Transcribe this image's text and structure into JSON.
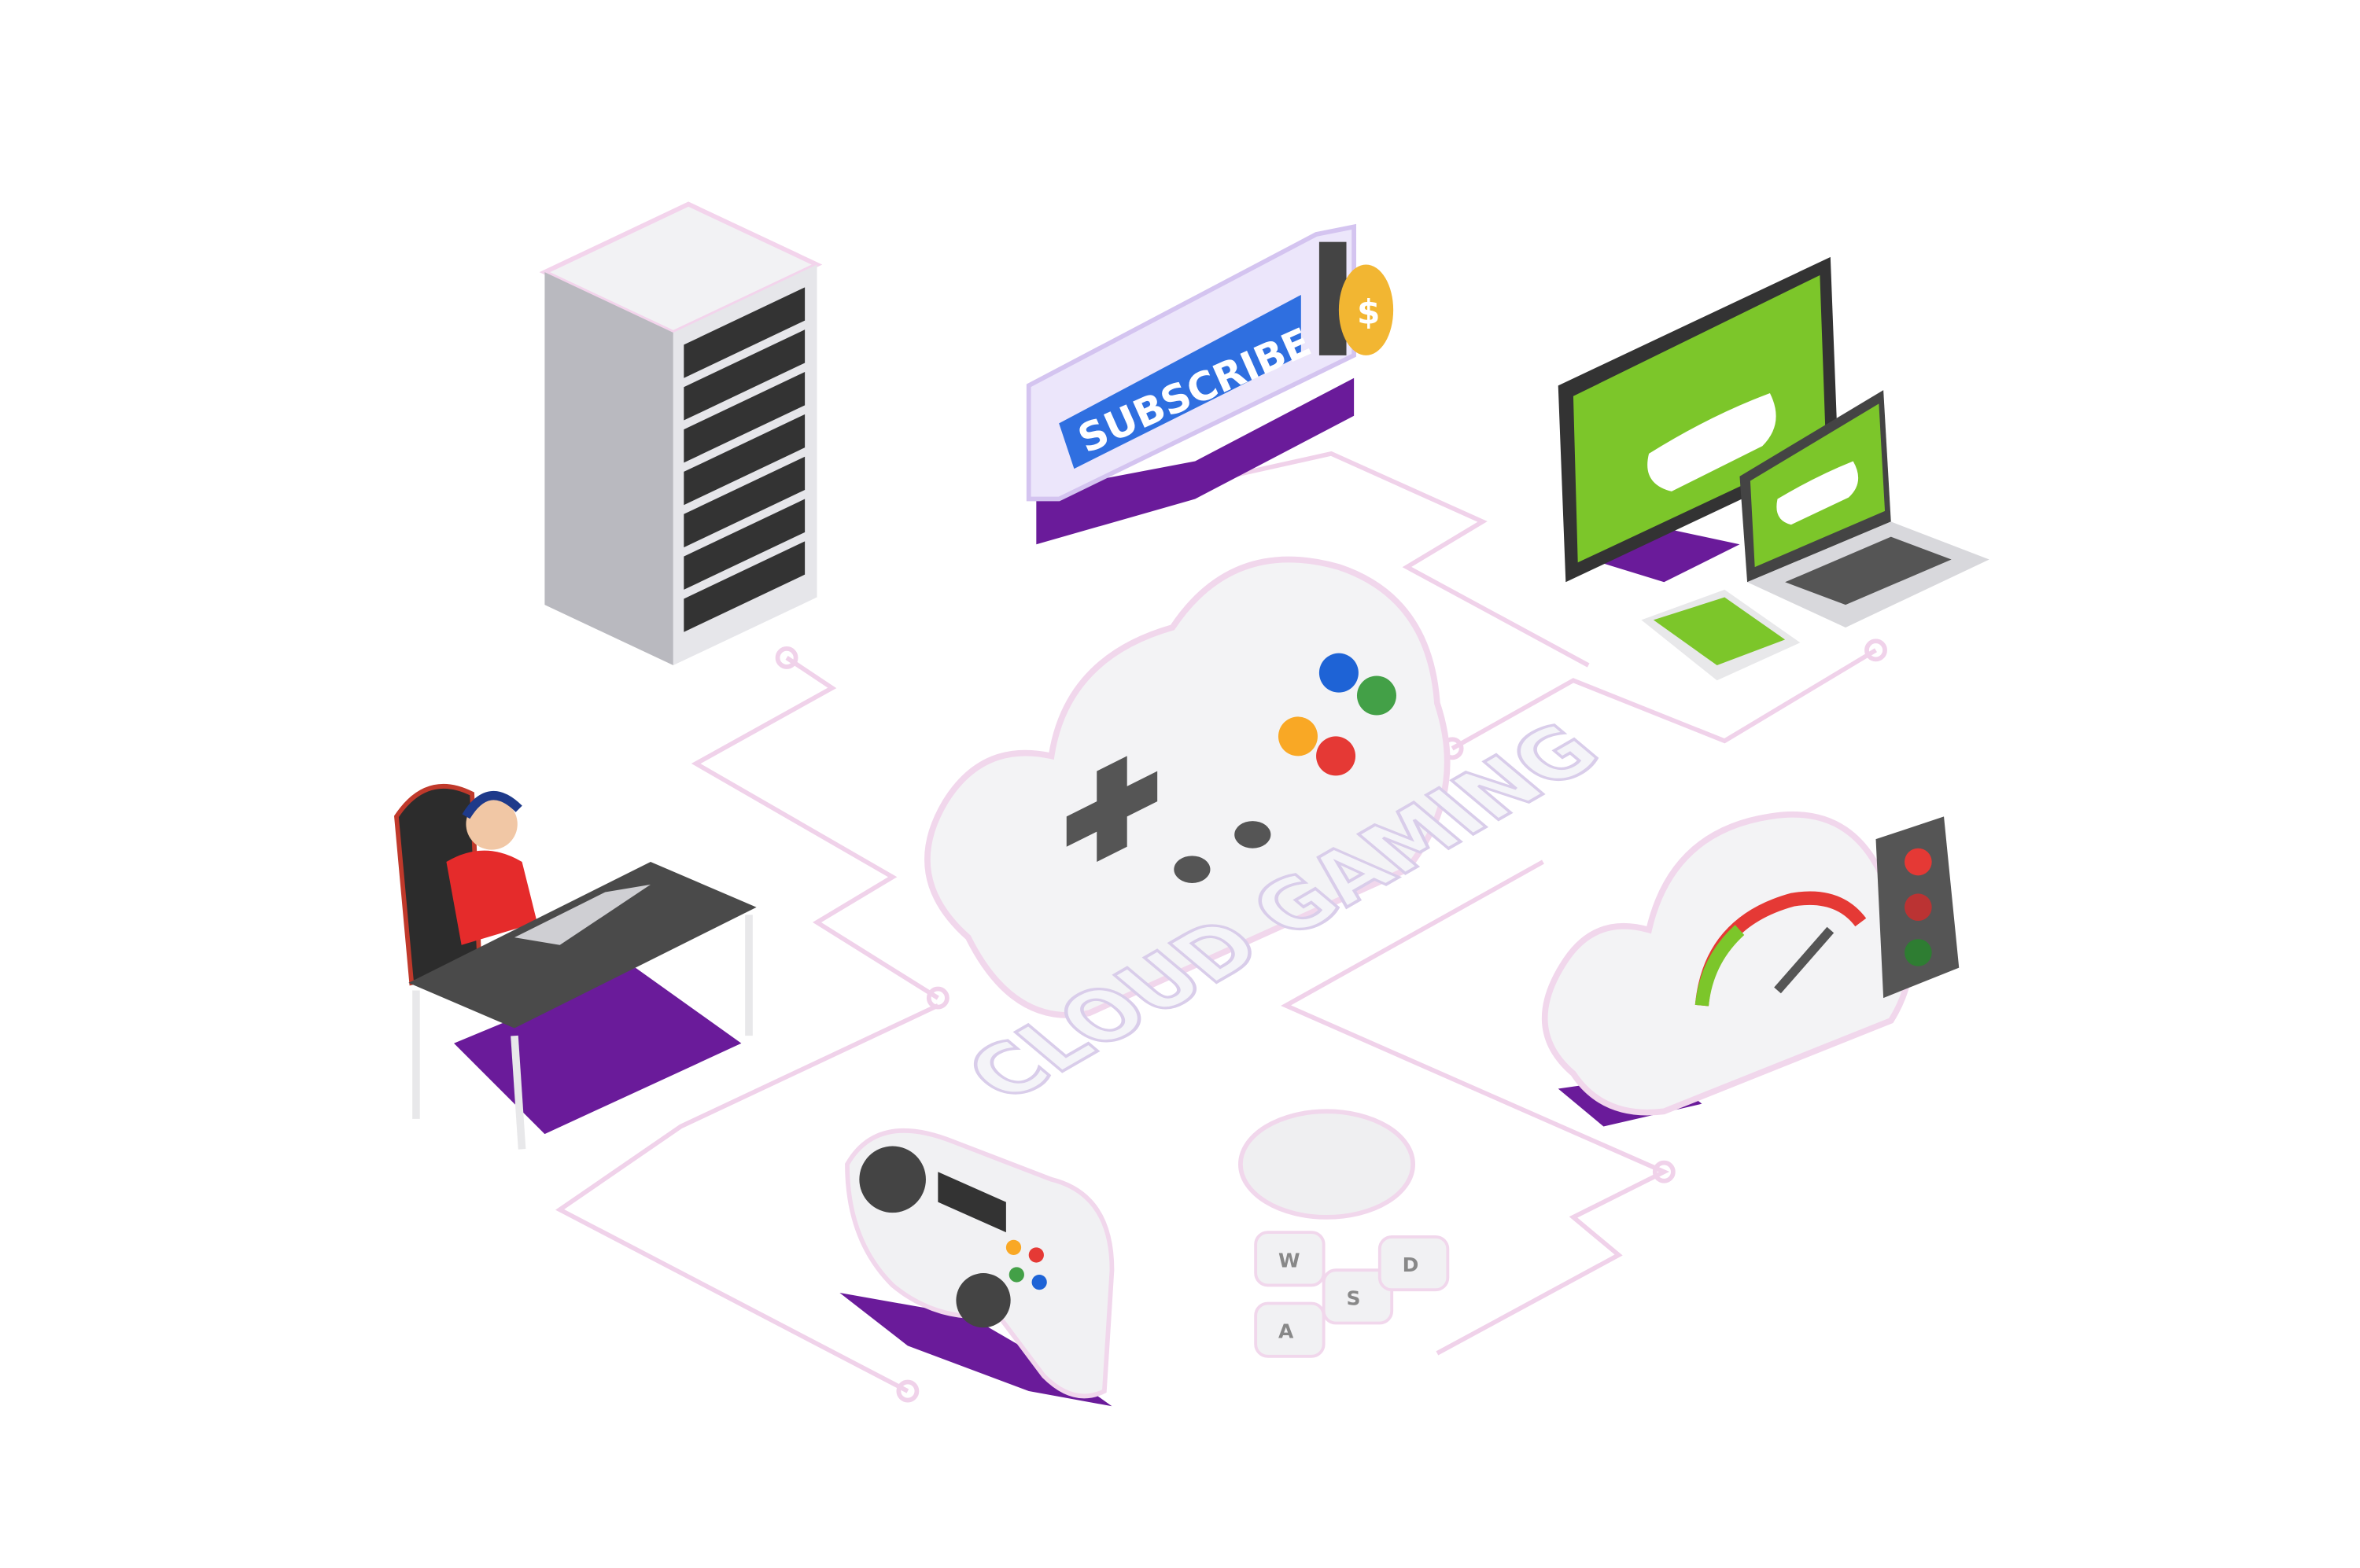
{
  "illustration": {
    "subscribe_label": "SUBSCRIBE",
    "coin_symbol": "$",
    "headline": "CLOUD GAMING",
    "keys": [
      "W",
      "A",
      "S",
      "D"
    ]
  },
  "colors": {
    "accent_purple": "#6a1b9a",
    "screen_green": "#7cc62a",
    "subscribe_blue": "#2f6fe0",
    "circuit_pink": "#f0d2ea",
    "gamer_shirt": "#e52b2b",
    "button_red": "#e53935",
    "button_green": "#43a047",
    "button_blue": "#1e63d6",
    "button_yellow": "#f9a825"
  }
}
